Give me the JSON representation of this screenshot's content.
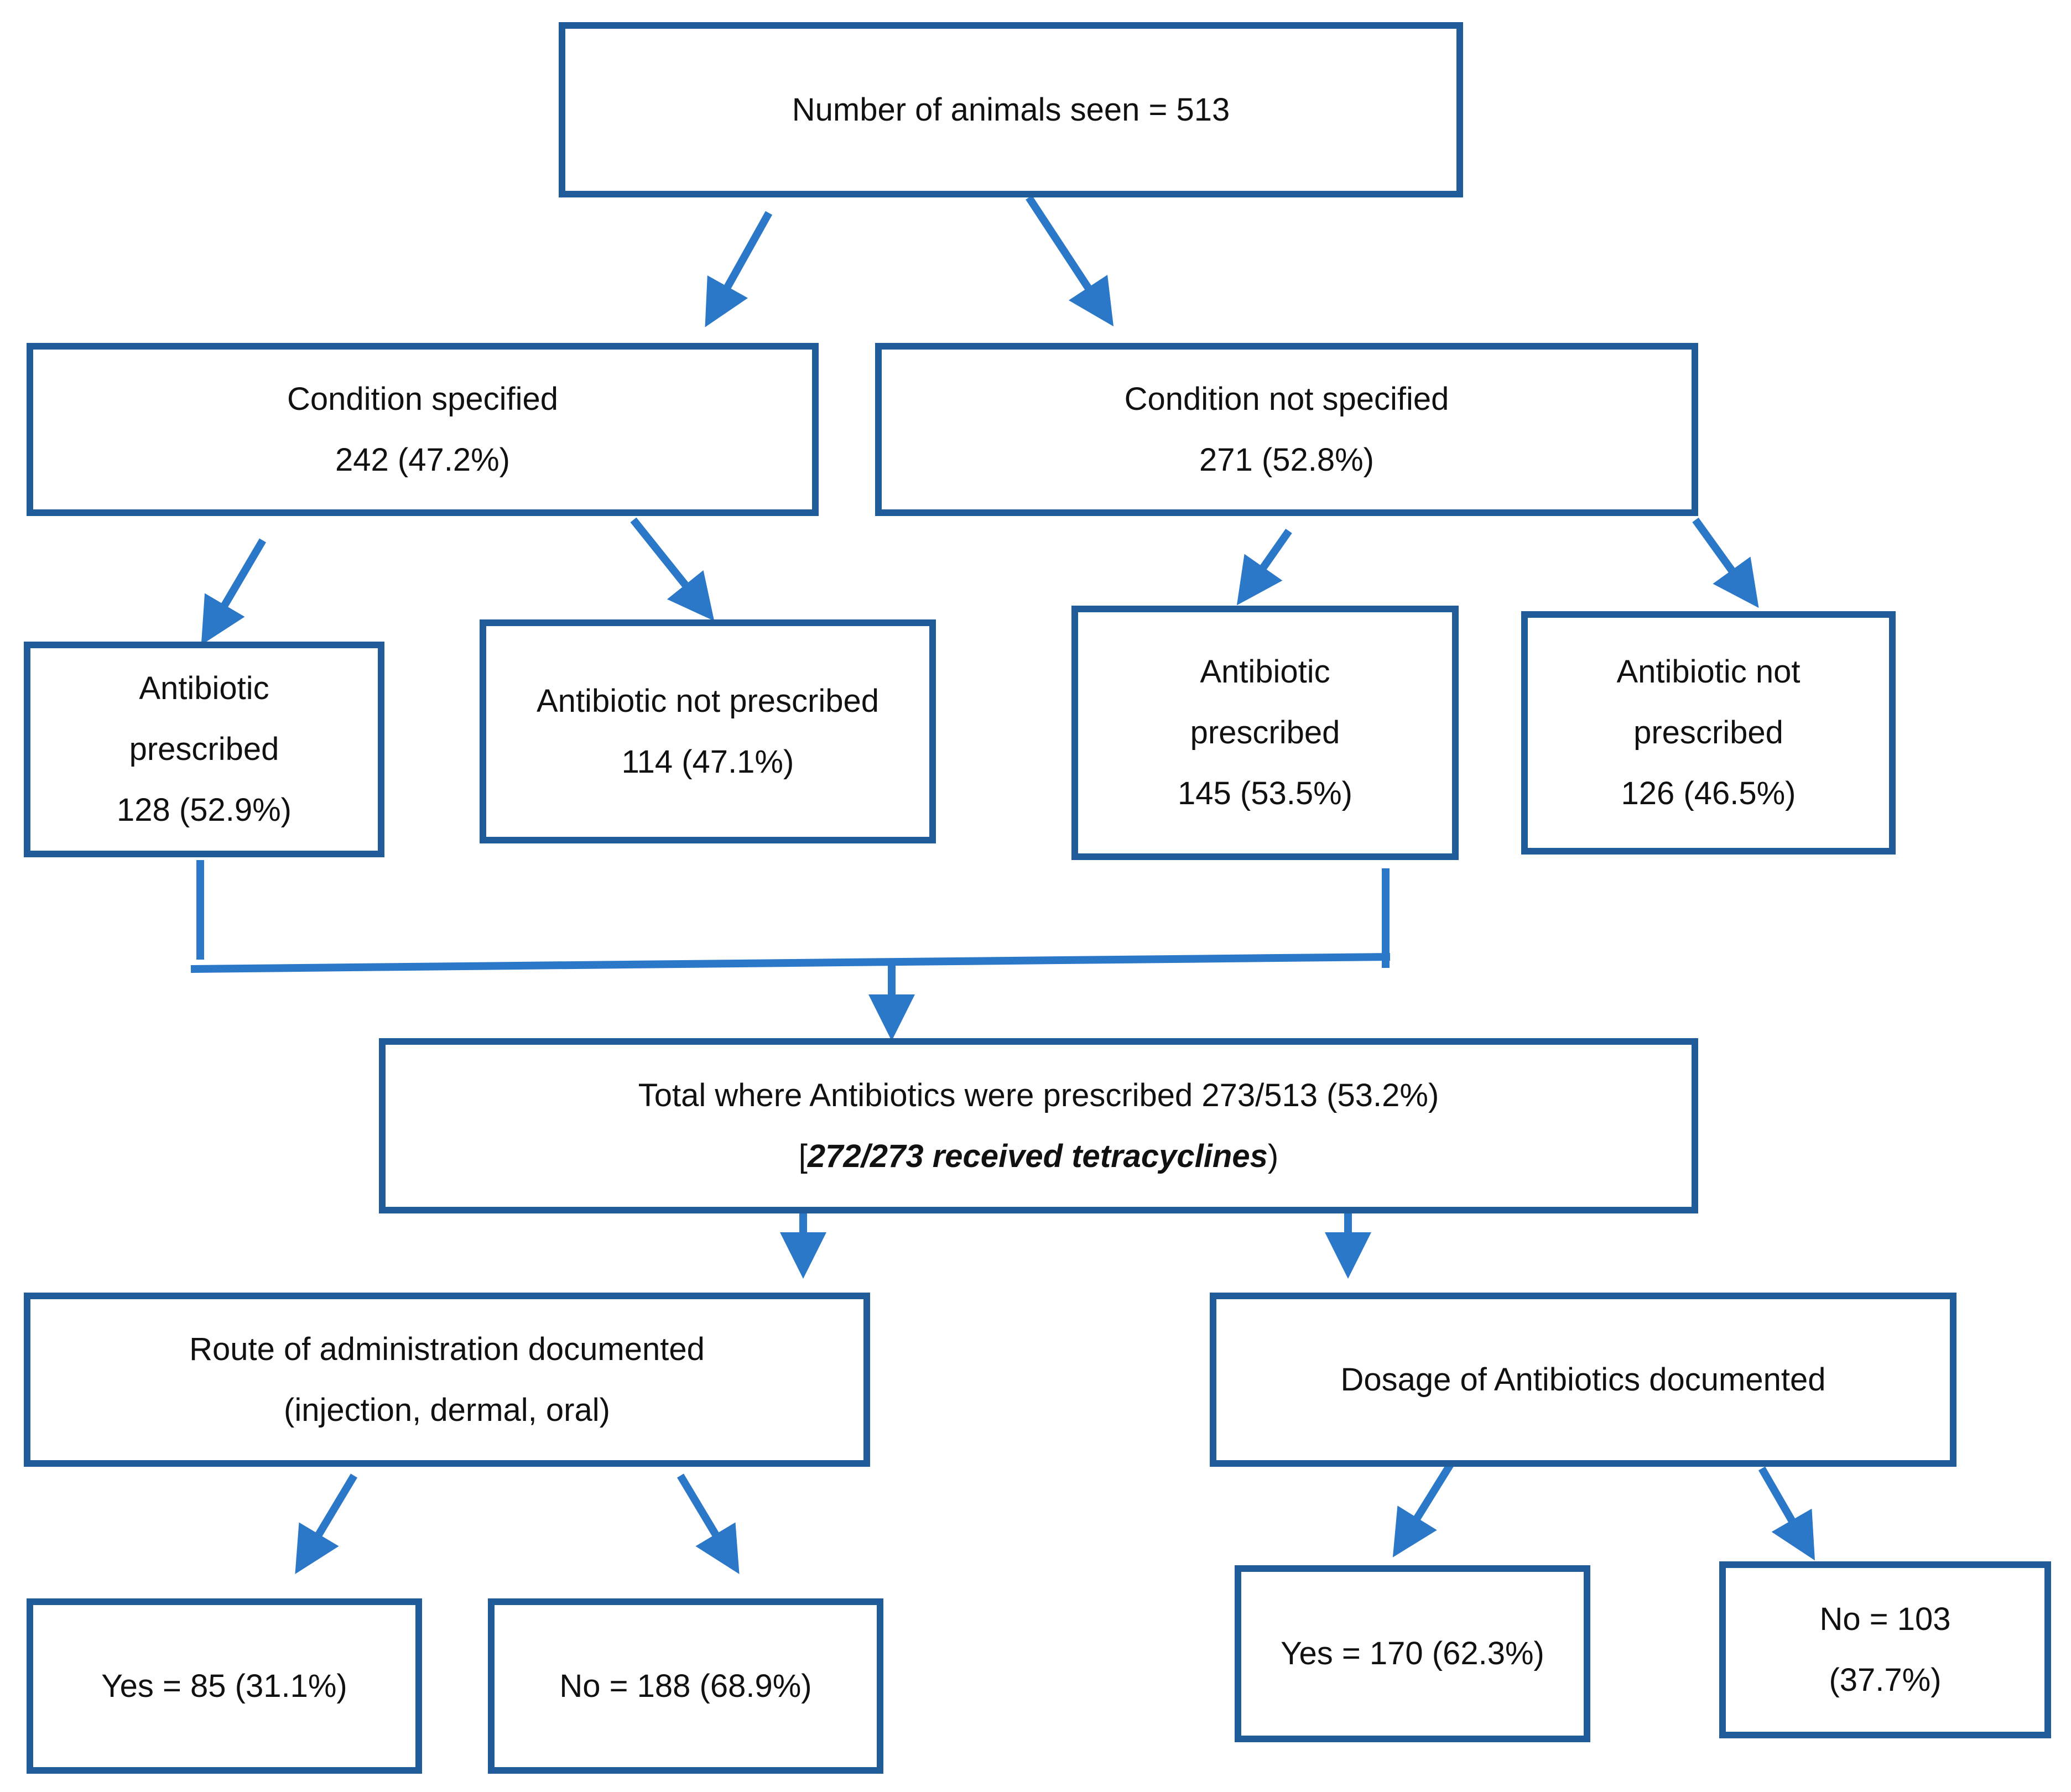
{
  "colors": {
    "box_border": "#1f5c99",
    "arrow": "#2b78c8",
    "text": "#111111"
  },
  "nodes": {
    "root": {
      "lines": [
        "Number of animals seen = 513"
      ]
    },
    "cond_specified": {
      "lines": [
        "Condition specified",
        "242 (47.2%)"
      ]
    },
    "cond_not_specified": {
      "lines": [
        "Condition not specified",
        "271 (52.8%)"
      ]
    },
    "cs_abx_yes": {
      "lines": [
        "Antibiotic",
        "prescribed",
        "128 (52.9%)"
      ]
    },
    "cs_abx_no": {
      "lines": [
        "Antibiotic not prescribed",
        "114 (47.1%)"
      ]
    },
    "cns_abx_yes": {
      "lines": [
        "Antibiotic",
        "prescribed",
        "145 (53.5%)"
      ]
    },
    "cns_abx_no": {
      "lines": [
        "Antibiotic not",
        "prescribed",
        "126 (46.5%)"
      ]
    },
    "total": {
      "line1": "Total where Antibiotics were prescribed 273/513 (53.2%)",
      "line2_open": "[",
      "line2_emphasis": "272/273 received tetracyclines",
      "line2_close": ")"
    },
    "route": {
      "lines": [
        "Route of administration documented",
        "(injection, dermal, oral)"
      ]
    },
    "dosage": {
      "lines": [
        "Dosage of Antibiotics documented"
      ]
    },
    "route_yes": {
      "lines": [
        "Yes = 85 (31.1%)"
      ]
    },
    "route_no": {
      "lines": [
        "No = 188 (68.9%)"
      ]
    },
    "dosage_yes": {
      "lines": [
        "Yes = 170 (62.3%)"
      ]
    },
    "dosage_no": {
      "lines": [
        "No = 103",
        "(37.7%)"
      ]
    }
  }
}
